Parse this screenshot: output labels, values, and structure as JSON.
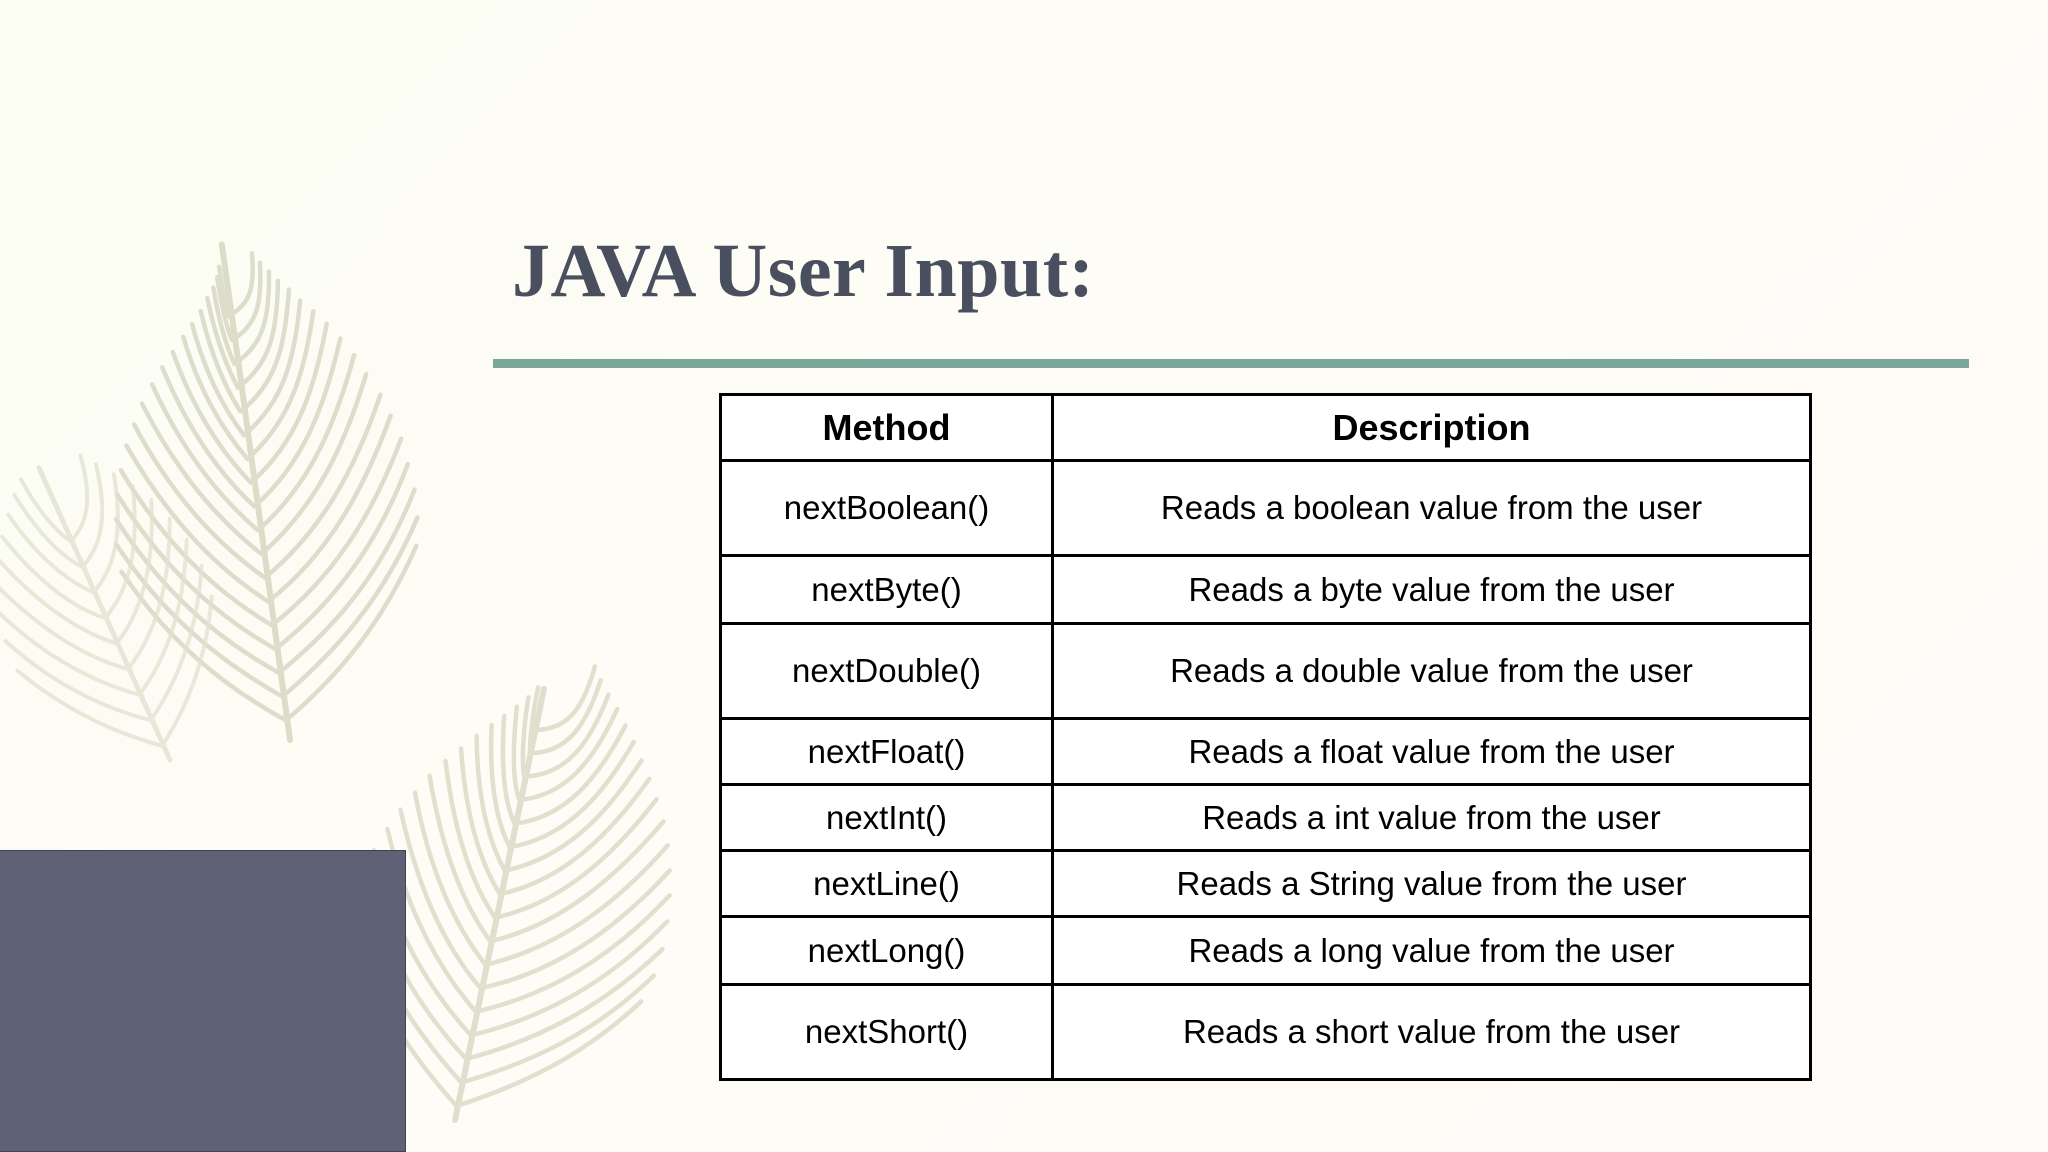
{
  "slide": {
    "title": "JAVA User Input:",
    "background_color": "#fdfdf6",
    "accent_rule_color": "#7aa79a",
    "title_color": "#4a4f60",
    "block_color": "#5f6275",
    "frond_color": "#dcdcc9"
  },
  "table": {
    "headers": [
      "Method",
      "Description"
    ],
    "rows": [
      {
        "method": "nextBoolean()",
        "description": "Reads a boolean value from the user"
      },
      {
        "method": "nextByte()",
        "description": "Reads a byte value from the user"
      },
      {
        "method": "nextDouble()",
        "description": "Reads a double value from the user"
      },
      {
        "method": "nextFloat()",
        "description": "Reads a float value from the user"
      },
      {
        "method": "nextInt()",
        "description": "Reads a int value from the user"
      },
      {
        "method": "nextLine()",
        "description": "Reads a String value from the user"
      },
      {
        "method": "nextLong()",
        "description": "Reads a long value from the user"
      },
      {
        "method": "nextShort()",
        "description": "Reads a short value from the user"
      }
    ]
  }
}
